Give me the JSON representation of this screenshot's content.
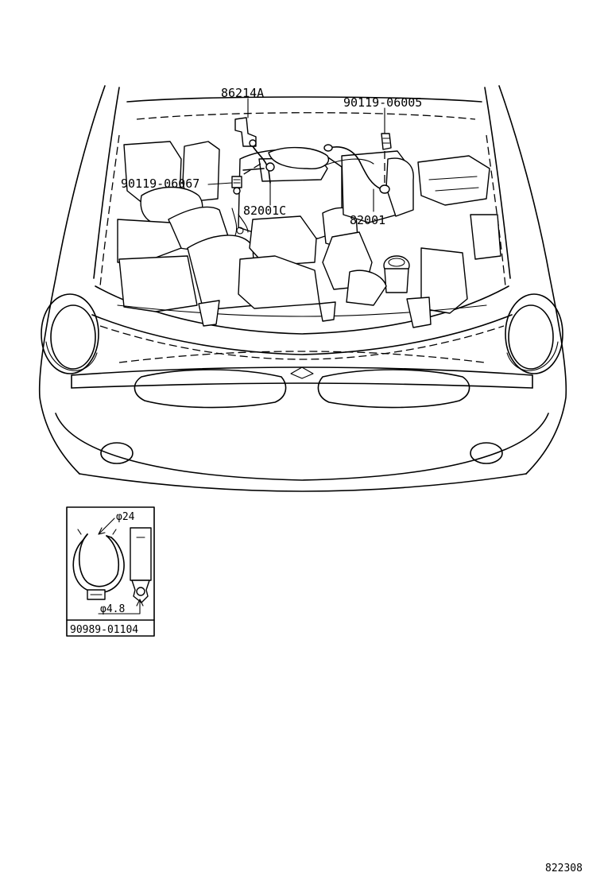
{
  "parts": {
    "p86214a": "86214A",
    "p90119_06005": "90119-06005",
    "p90119_06067": "90119-06067",
    "p82001c": "82001C",
    "p82001": "82001"
  },
  "inset": {
    "dim_large": "φ24",
    "dim_small": "φ4.8",
    "part_number": "90989-01104"
  },
  "catalog_number": "822308"
}
